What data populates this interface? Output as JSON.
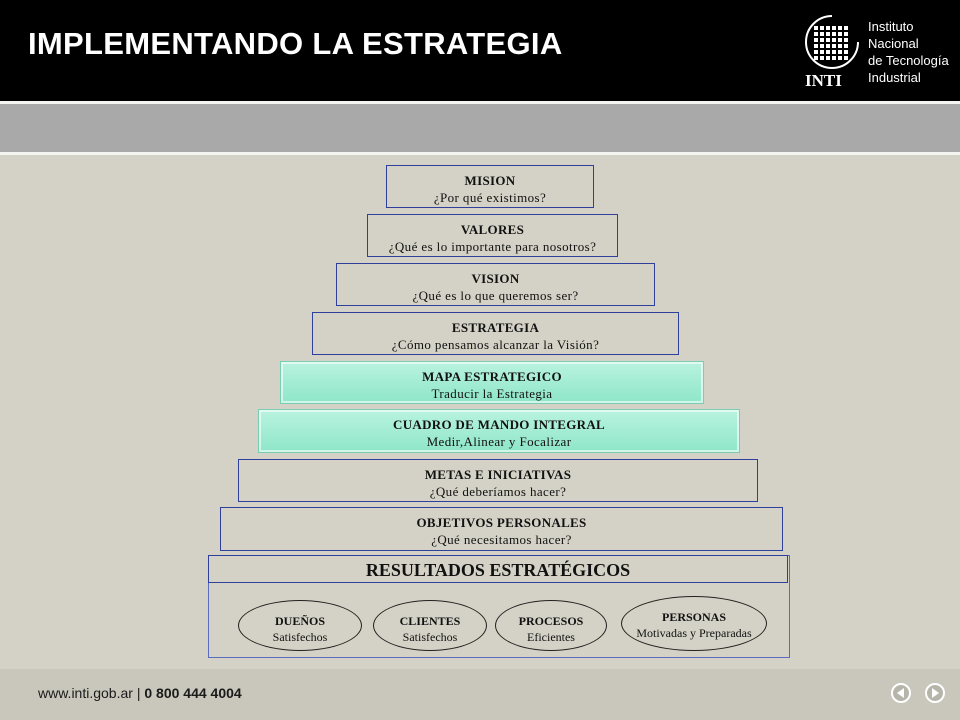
{
  "header": {
    "title": "IMPLEMENTANDO LA ESTRATEGIA",
    "logo": {
      "wordmark": "INTI",
      "line1": "Instituto",
      "line2": "Nacional",
      "line3": "de Tecnología",
      "line4": "Industrial"
    }
  },
  "pyramid": [
    {
      "title": "MISION",
      "subtitle": "¿Por qué existimos?"
    },
    {
      "title": "VALORES",
      "subtitle": "¿Qué es lo importante para nosotros?"
    },
    {
      "title": "VISION",
      "subtitle": "¿Qué es lo que queremos ser?"
    },
    {
      "title": "ESTRATEGIA",
      "subtitle": "¿Cómo pensamos alcanzar la Visión?"
    },
    {
      "title": "MAPA ESTRATEGICO",
      "subtitle": "Traducir la Estrategia"
    },
    {
      "title": "CUADRO DE MANDO INTEGRAL",
      "subtitle": "Medir,Alinear y Focalizar"
    },
    {
      "title": "METAS E INICIATIVAS",
      "subtitle": "¿Qué deberíamos hacer?"
    },
    {
      "title": "OBJETIVOS PERSONALES",
      "subtitle": "¿Qué necesitamos hacer?"
    }
  ],
  "results": {
    "title": "RESULTADOS ESTRATÉGICOS",
    "items": [
      {
        "title": "DUEÑOS",
        "subtitle": "Satisfechos"
      },
      {
        "title": "CLIENTES",
        "subtitle": "Satisfechos"
      },
      {
        "title": "PROCESOS",
        "subtitle": "Eficientes"
      },
      {
        "title": "PERSONAS",
        "subtitle": "Motivadas y Preparadas"
      }
    ]
  },
  "footer": {
    "url": "www.inti.gob.ar",
    "separator": " | ",
    "phone": "0 800 444 4004",
    "prev_icon": "arrow-left-icon",
    "next_icon": "arrow-right-icon"
  }
}
